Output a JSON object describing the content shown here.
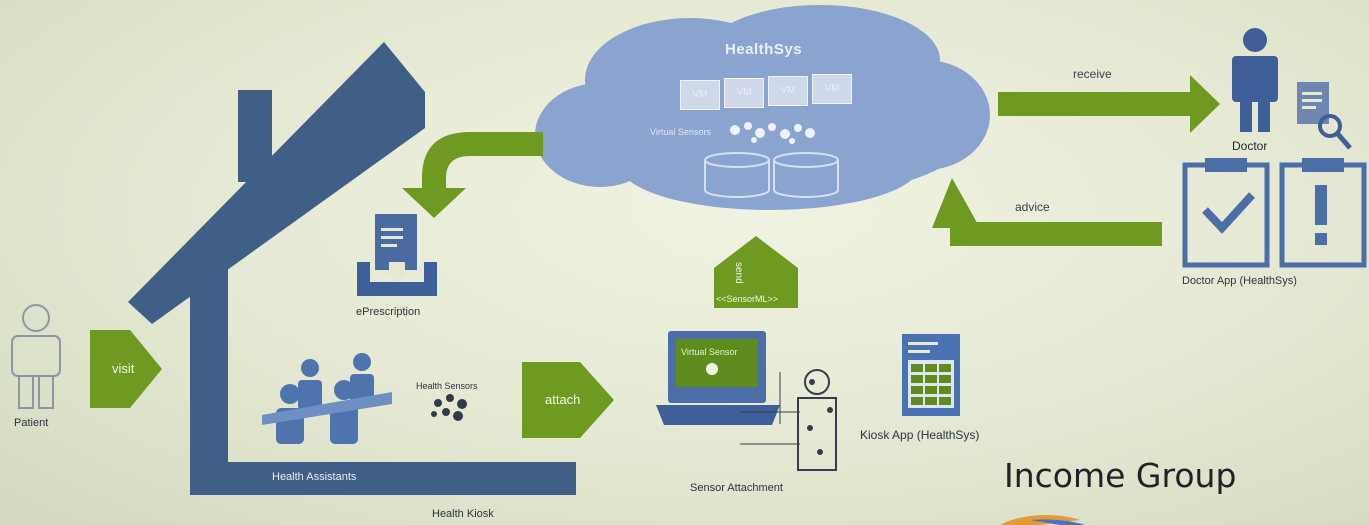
{
  "cloud": {
    "title": "HealthSys",
    "vms": [
      "VM",
      "VM",
      "VM",
      "VM"
    ],
    "virtual_sensors_label": "Virtual Sensors"
  },
  "arrows": {
    "receive": "receive",
    "advice": "advice",
    "visit": "visit",
    "attach": "attach",
    "send_label": "send",
    "sensorml_label": "<<SensorML>>"
  },
  "labels": {
    "doctor": "Doctor",
    "doctor_app": "Doctor App (HealthSys)",
    "eprescription": "ePrescription",
    "patient": "Patient",
    "health_sensors": "Health Sensors",
    "health_assistants": "Health Assistants",
    "health_kiosk": "Health Kiosk",
    "virtual_sensor": "Virtual Sensor",
    "kiosk_app": "Kiosk App (HealthSys)",
    "sensor_attachment": "Sensor Attachment",
    "income_group": "Income Group"
  },
  "colors": {
    "house_blue": "#3f5f86",
    "arrow_green": "#6e9a21",
    "cloud_blue": "#8aa3cf",
    "icon_blue": "#3e5f98",
    "accent_green": "#5f8d1d"
  }
}
